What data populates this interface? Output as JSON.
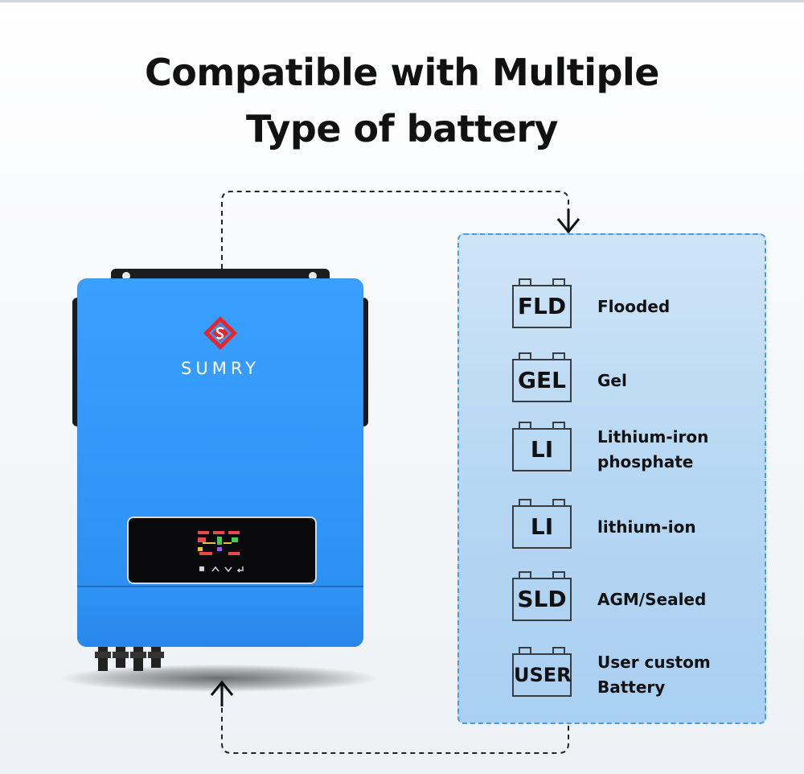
{
  "title": {
    "line1": "Compatible with Multiple",
    "line2": "Type of battery"
  },
  "inverter": {
    "brand": "SUMRY",
    "brand_color": "#3097f8",
    "logo_color": "#e8262a"
  },
  "batteries": [
    {
      "code": "FLD",
      "type_line1": "Flooded",
      "type_line2": ""
    },
    {
      "code": "GEL",
      "type_line1": "Gel",
      "type_line2": ""
    },
    {
      "code": "LI",
      "type_line1": "Lithium-iron",
      "type_line2": "phosphate"
    },
    {
      "code": "LI",
      "type_line1": "lithium-ion",
      "type_line2": ""
    },
    {
      "code": "SLD",
      "type_line1": "AGM/Sealed",
      "type_line2": ""
    },
    {
      "code": "USER",
      "type_line1": "User custom",
      "type_line2": "Battery"
    }
  ],
  "colors": {
    "panel_border": "#4a9be0",
    "panel_fill": "#b8d8f3"
  }
}
